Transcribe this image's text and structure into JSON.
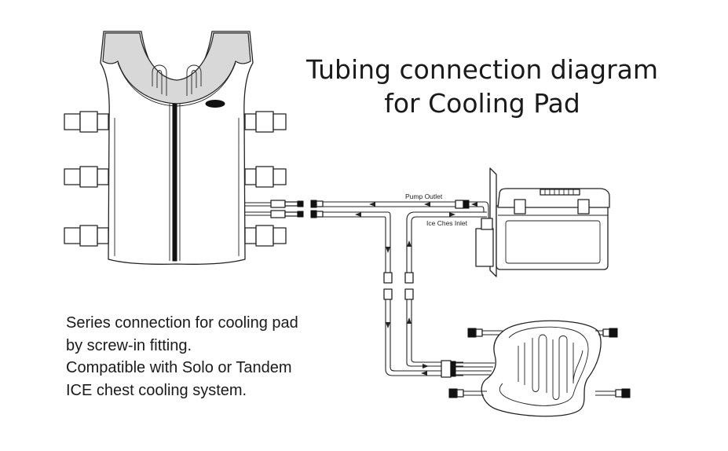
{
  "title": {
    "line1": "Tubing connection diagram",
    "line2": "for Cooling Pad"
  },
  "description": {
    "line1": "Series connection for cooling pad",
    "line2": "by screw-in fitting.",
    "line3": "Compatible with Solo or Tandem",
    "line4": "ICE chest cooling system."
  },
  "labels": {
    "pump_outlet": "Pump Outlet",
    "ice_chest_inlet": "Ice Ches Inlet"
  },
  "components": {
    "vest": "vest-icon",
    "ice_chest": "cooler-icon",
    "cooling_pad": "cooling-pad-icon"
  },
  "colors": {
    "line": "#222222",
    "background": "#ffffff",
    "vest_panel": "#d8d8d8"
  }
}
